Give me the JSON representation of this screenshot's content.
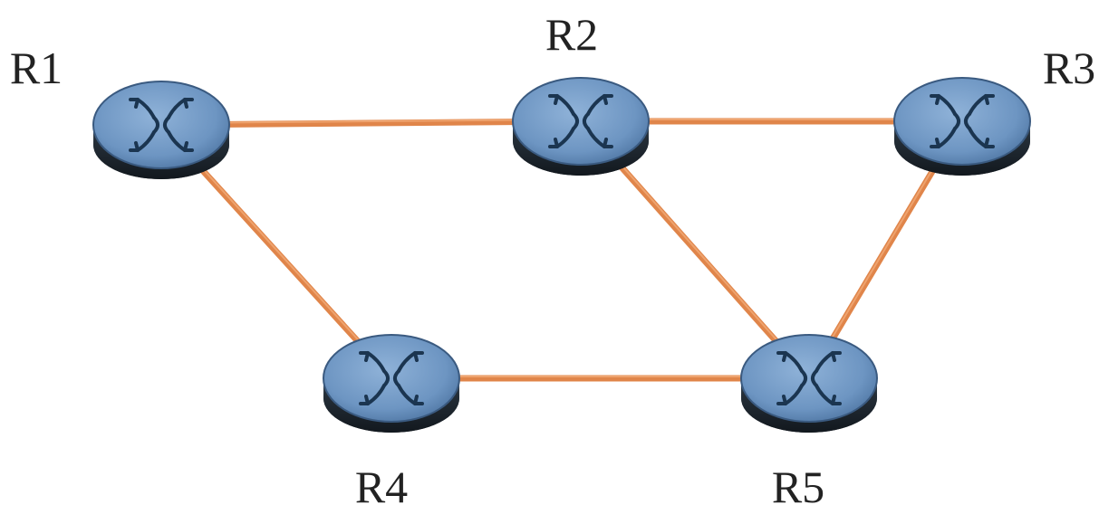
{
  "diagram": {
    "colors": {
      "link": "#e0854a",
      "router_top": "#6d95c2",
      "router_side": "#1f2a33",
      "arrow": "#1b3550"
    },
    "routers": [
      {
        "id": "R1",
        "label": "R1",
        "icon": "router-icon"
      },
      {
        "id": "R2",
        "label": "R2",
        "icon": "router-icon"
      },
      {
        "id": "R3",
        "label": "R3",
        "icon": "router-icon"
      },
      {
        "id": "R4",
        "label": "R4",
        "icon": "router-icon"
      },
      {
        "id": "R5",
        "label": "R5",
        "icon": "router-icon"
      }
    ],
    "links": [
      {
        "from": "R1",
        "to": "R2"
      },
      {
        "from": "R2",
        "to": "R3"
      },
      {
        "from": "R1",
        "to": "R4"
      },
      {
        "from": "R2",
        "to": "R5"
      },
      {
        "from": "R3",
        "to": "R5"
      },
      {
        "from": "R4",
        "to": "R5"
      }
    ]
  }
}
